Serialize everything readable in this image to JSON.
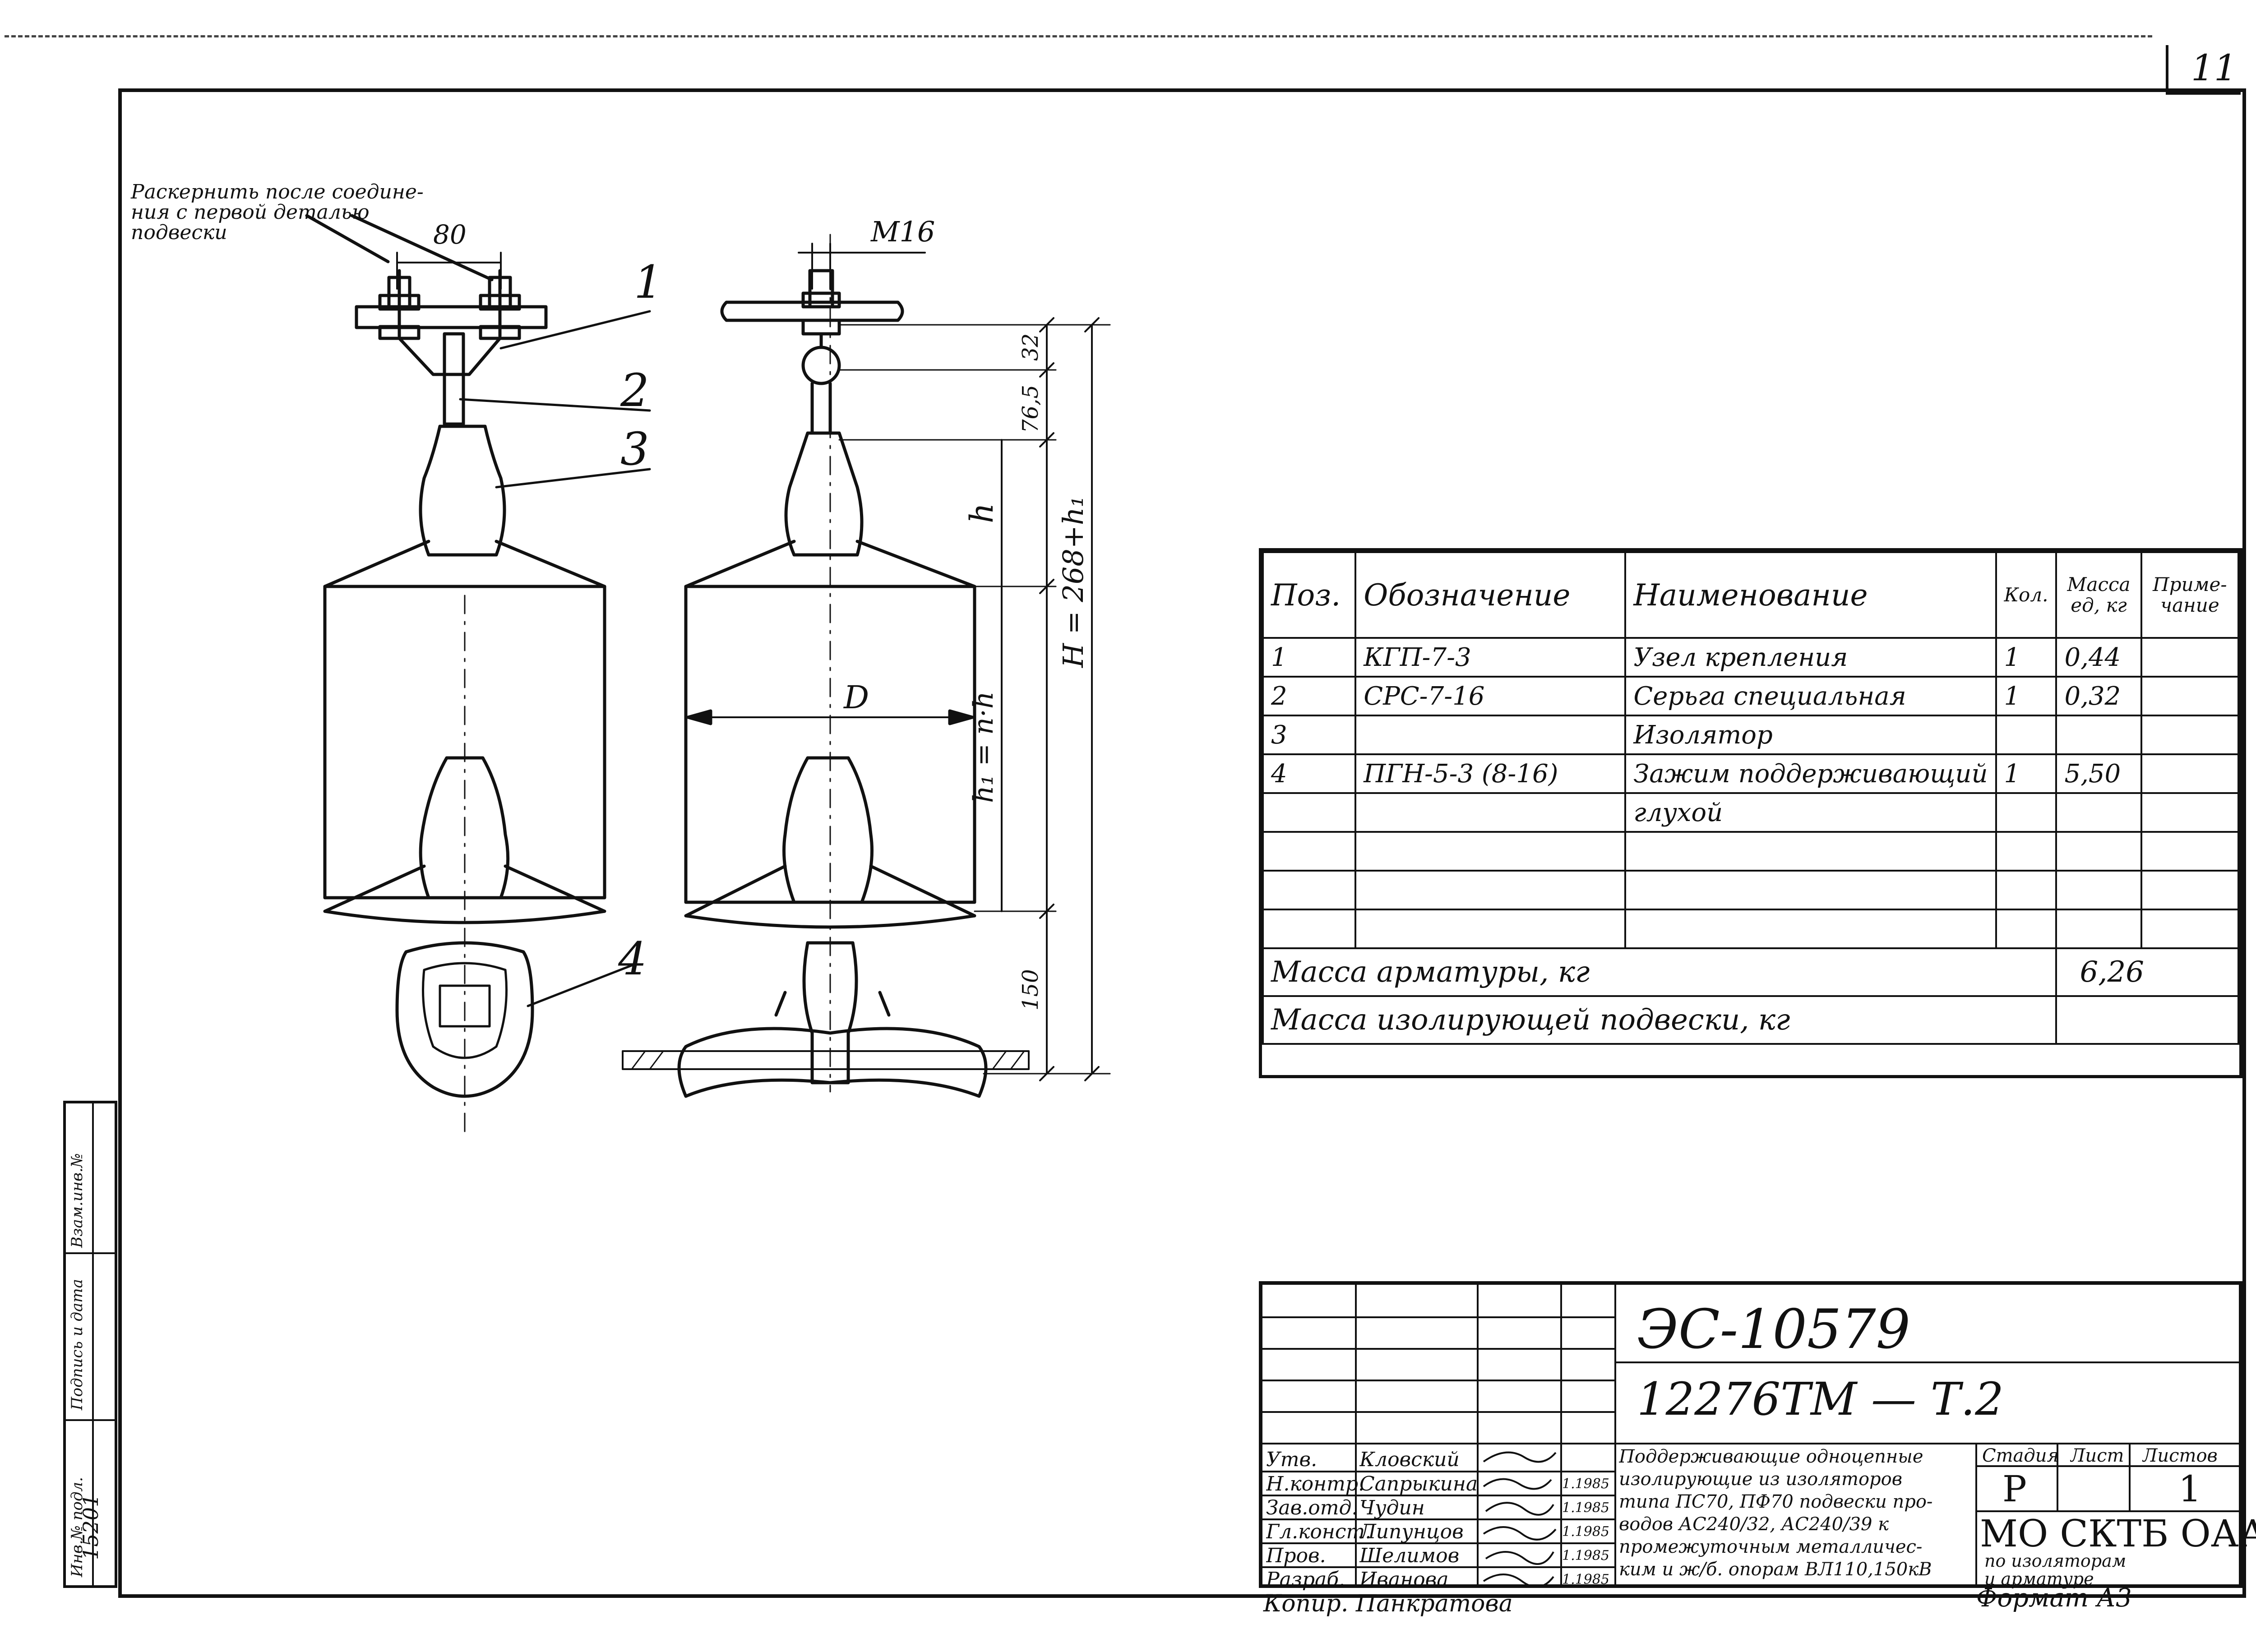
{
  "sheet_number": "11",
  "drawing": {
    "note": [
      "Раскернить после соедине-",
      "ния с первой деталью",
      "подвески"
    ],
    "dim_80": "80",
    "dim_m16": "М16",
    "callouts": [
      "1",
      "2",
      "3",
      "4"
    ],
    "dim_32": "32",
    "dim_76_5": "76,5",
    "dim_h": "h",
    "dim_h1": "h₁ = n·h",
    "dim_H": "H = 268+h₁",
    "dim_D": "D",
    "dim_150": "150"
  },
  "spec_table": {
    "headers": [
      "Поз.",
      "Обозначение",
      "Наименование",
      "Кол.",
      "Масса ед, кг",
      "Приме- чание"
    ],
    "rows": [
      [
        "1",
        "КГП-7-3",
        "Узел крепления",
        "1",
        "0,44",
        ""
      ],
      [
        "2",
        "СРС-7-16",
        "Серьга специальная",
        "1",
        "0,32",
        ""
      ],
      [
        "3",
        "",
        "Изолятор",
        "",
        "",
        ""
      ],
      [
        "4",
        "ПГН-5-3 (8-16)",
        "Зажим поддерживающий",
        "1",
        "5,50",
        ""
      ],
      [
        "",
        "",
        "глухой",
        "",
        "",
        ""
      ],
      [
        "",
        "",
        "",
        "",
        "",
        ""
      ],
      [
        "",
        "",
        "",
        "",
        "",
        ""
      ],
      [
        "",
        "",
        "",
        "",
        "",
        ""
      ]
    ],
    "armature_mass_label": "Масса арматуры, кг",
    "armature_mass_value": "6,26",
    "suspension_mass_label": "Масса изолирующей подвески, кг",
    "suspension_mass_value": ""
  },
  "title_block": {
    "code_top": "ЭС-10579",
    "code_doc": "12276ТМ — Т.2",
    "description": [
      "Поддерживающие одноцепные",
      "изолирующие из изоляторов",
      "типа ПС70, ПФ70 подвески про-",
      "водов АС240/32, АС240/39 к",
      "промежуточным металличес-",
      "ким и ж/б. опорам ВЛ110,150кВ"
    ],
    "roles": [
      "Утв.",
      "Н.контр.",
      "Зав.отд.",
      "Гл.конст.",
      "Пров.",
      "Разраб."
    ],
    "names": [
      "Кловский",
      "Сапрыкина",
      "Чудин",
      "Липунцов",
      "Шелимов",
      "Иванова"
    ],
    "dates": [
      "",
      "1.1985",
      "1.1985",
      "1.1985",
      "1.1985",
      "1.1985"
    ],
    "stage_label": "Стадия",
    "sheet_label": "Лист",
    "sheets_label": "Листов",
    "stage_value": "Р",
    "sheet_value": "",
    "sheets_value": "1",
    "org_line1": "МО СКТБ ОАА",
    "org_line2": "по изоляторам",
    "org_line3": "и арматуре"
  },
  "copied_by": "Копир. Панкратова",
  "format_label": "Формат А3",
  "side_stamp": {
    "labels": [
      "Инв.№ подл.",
      "Подпись и дата",
      "Взам.инв.№"
    ],
    "inv_number": "15201"
  }
}
